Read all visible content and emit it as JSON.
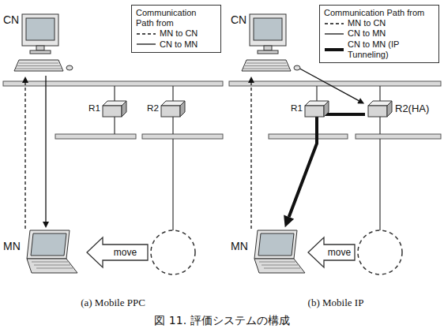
{
  "diagram": {
    "caption": "図 11. 評価システムの構成",
    "nodes": [
      {
        "text": [
          "CN"
        ]
      },
      {
        "text": [
          "R1"
        ]
      },
      {
        "text": [
          "R2"
        ]
      },
      {
        "text": [
          "MN"
        ]
      },
      {
        "text": [
          "CN"
        ]
      },
      {
        "text": [
          "R1"
        ]
      },
      {
        "text": [
          "R2(HA)"
        ]
      },
      {
        "text": [
          "MN"
        ]
      }
    ],
    "edges": [
      {
        "from": 3,
        "to": 0,
        "arrow": "to"
      },
      {
        "from": 0,
        "to": 3,
        "arrow": "to"
      },
      {
        "from": 7,
        "to": 4,
        "arrow": "to"
      },
      {
        "from": 4,
        "to": 6,
        "arrow": "to"
      },
      {
        "from": 6,
        "to": 7,
        "arrow": "to"
      }
    ],
    "labels": [
      "Communication Path from",
      "move",
      "(a) Mobile PPC",
      "Communication Path from",
      "move",
      "(b) Mobile IP"
    ],
    "legend": [
      {
        "text": "MN to CN"
      },
      {
        "text": "CN to MN"
      },
      {
        "text": "MN to CN"
      },
      {
        "text": "CN to MN"
      },
      {
        "text": "CN to MN (IP Tunneling)"
      }
    ]
  }
}
